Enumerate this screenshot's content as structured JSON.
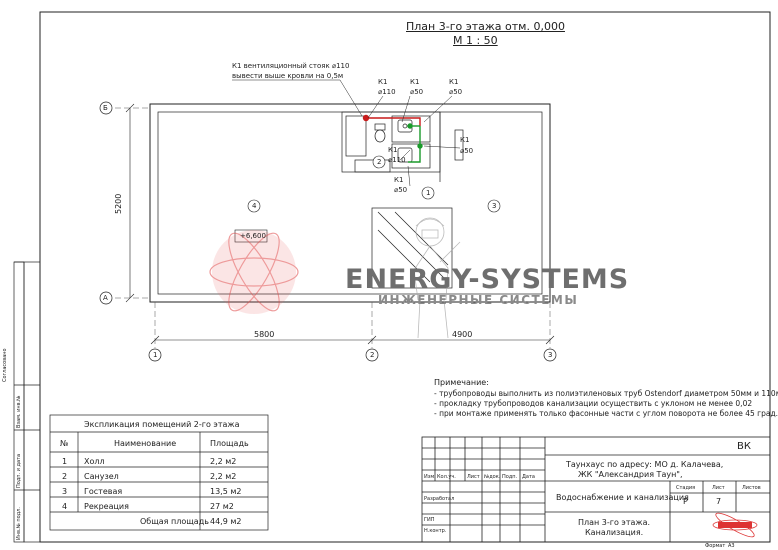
{
  "plan": {
    "title": "План 3-го этажа отм. 0,000",
    "scale": "М 1 : 50",
    "riser_note_1": "К1 вентиляционный стояк ⌀110",
    "riser_note_2": "вывести выше кровли на 0,5м",
    "level_mark": "+6,600",
    "dims": {
      "bottom_left": "5800",
      "bottom_right": "4900",
      "left": "5200"
    },
    "axes": {
      "row_top": "Б",
      "row_bottom": "А",
      "col_1": "1",
      "col_2": "2",
      "col_3": "3"
    },
    "rooms": [
      "4",
      "3",
      "2",
      "1"
    ],
    "pipe_labels": [
      {
        "id": "k1a",
        "name": "К1",
        "dia": "⌀110"
      },
      {
        "id": "k1b",
        "name": "К1",
        "dia": "⌀50"
      },
      {
        "id": "k1c",
        "name": "К1",
        "dia": "⌀50"
      },
      {
        "id": "k1d",
        "name": "К1",
        "dia": "⌀110"
      },
      {
        "id": "k1e",
        "name": "К1",
        "dia": "⌀50"
      },
      {
        "id": "k1f",
        "name": "К1",
        "dia": "⌀50"
      }
    ]
  },
  "watermark": {
    "title": "ENERGY-SYSTEMS",
    "subtitle": "ИНЖЕНЕРНЫЕ СИСТЕМЫ"
  },
  "notes": {
    "heading": "Примечание:",
    "lines": [
      "- трубопроводы выполнить из полиэтиленовых труб Ostendorf диаметром 50мм и 110мм",
      "- прокладку трубопроводов канализации осуществить с уклоном не менее 0,02",
      "- при монтаже применять только фасонные части с углом поворота не более 45 град."
    ]
  },
  "explication": {
    "title": "Экспликация помещений 2-го этажа",
    "headers": [
      "№",
      "Наименование",
      "Площадь"
    ],
    "rows": [
      [
        "1",
        "Холл",
        "2,2 м2"
      ],
      [
        "2",
        "Санузел",
        "2,2 м2"
      ],
      [
        "3",
        "Гостевая",
        "13,5 м2"
      ],
      [
        "4",
        "Рекреация",
        "27 м2"
      ]
    ],
    "total_label": "Общая площадь",
    "total_value": "44,9 м2"
  },
  "stamp": {
    "code": "ВК",
    "address_1": "Таунхаус по адресу: МО д. Калачева,",
    "address_2": "ЖК \"Александрия Таун\",",
    "section": "Водоснабжение и канализация",
    "sheet_title_1": "План 3-го этажа.",
    "sheet_title_2": "Канализация.",
    "stage_label": "Стадия",
    "sheet_label": "Лист",
    "sheets_label": "Листов",
    "stage": "Р",
    "sheet": "7",
    "col_heads": [
      "Изм.",
      "Кол.уч.",
      "Лист",
      "№док.",
      "Подп.",
      "Дата"
    ],
    "role_1": "Разработал",
    "role_2": "ГИП",
    "role_3": "Н.контр.",
    "format_label": "Формат",
    "format": "А3"
  },
  "margin_labels": [
    "Согласовано",
    "Взам. инв.№",
    "Подп. и дата",
    "Инв.№ подл."
  ]
}
